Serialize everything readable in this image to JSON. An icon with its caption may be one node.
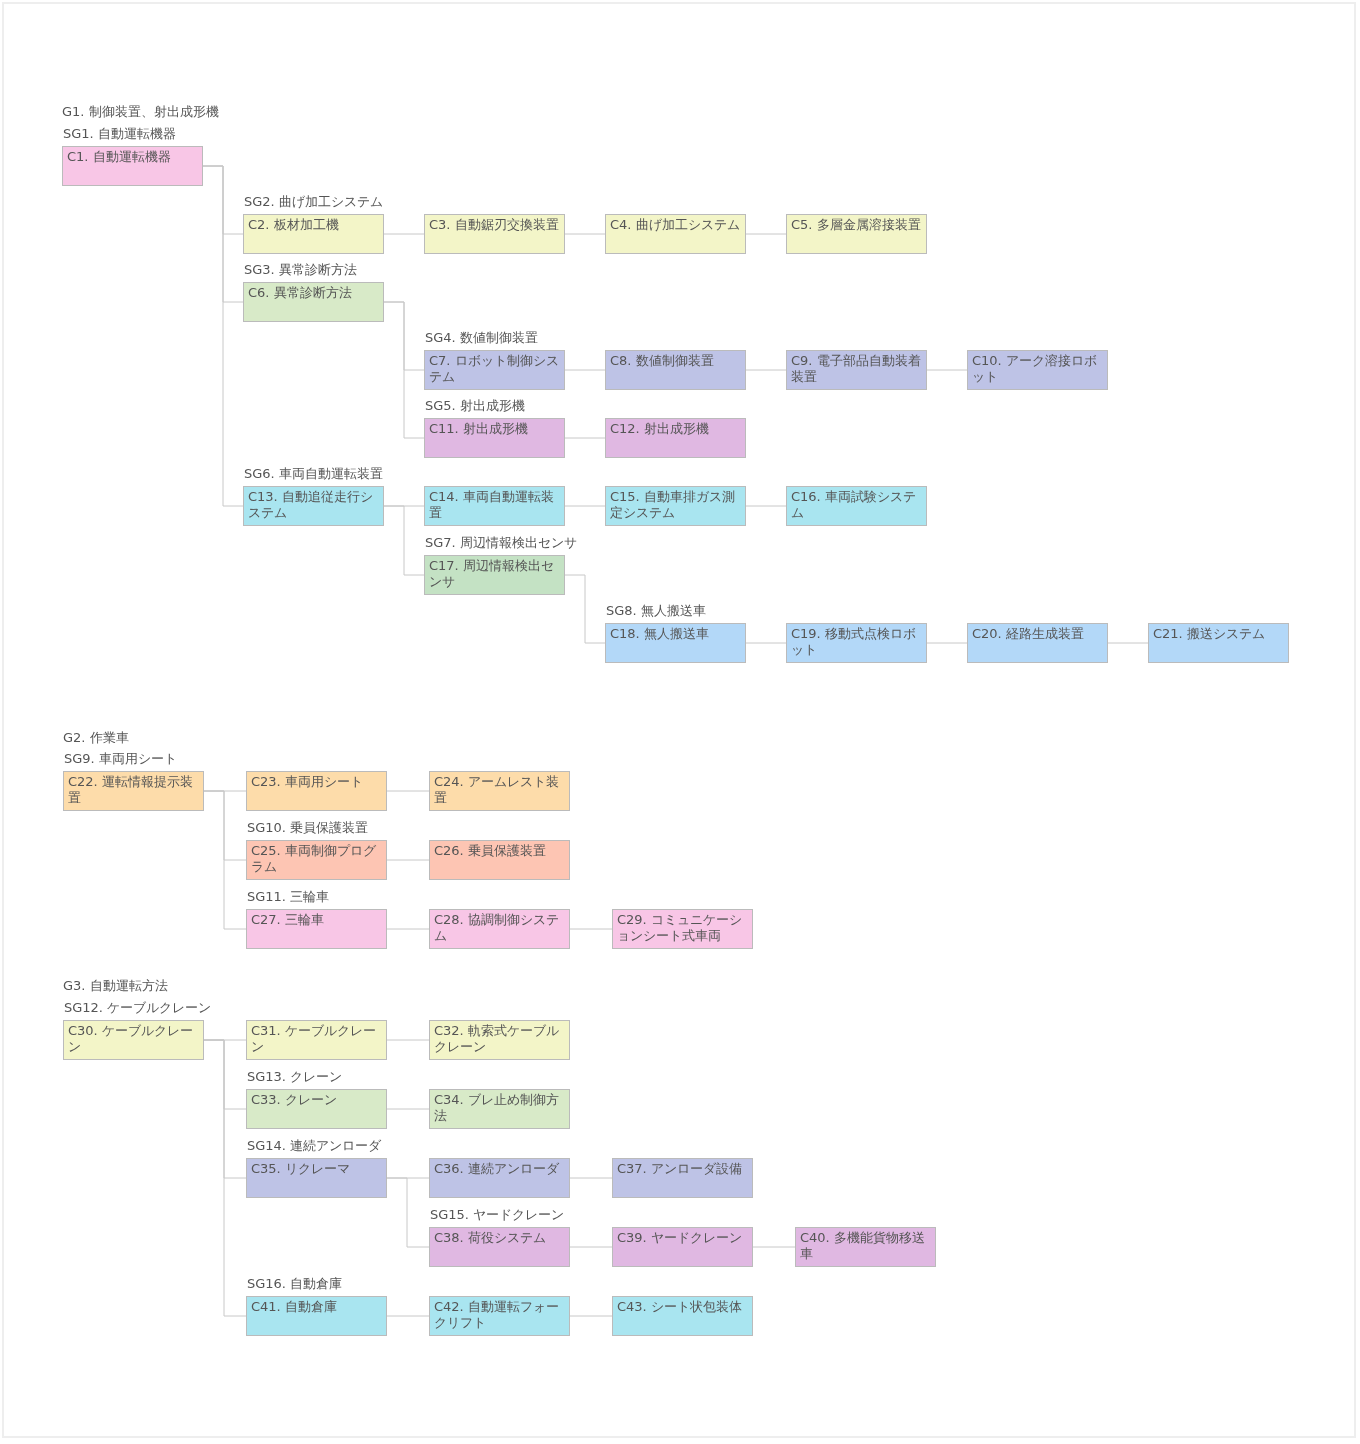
{
  "diagram": {
    "nodes": [
      {
        "text": [
          "SG1. 自動運転機器",
          "C1. 自動運転機器"
        ]
      },
      {
        "text": [
          "SG2. 曲げ加工システム",
          "C2. 板材加工機"
        ]
      },
      {
        "text": [
          "C3. 自動鋸刃交換装置"
        ]
      },
      {
        "text": [
          "C4. 曲げ加工システム"
        ]
      },
      {
        "text": [
          "C5. 多層金属溶接装置"
        ]
      },
      {
        "text": [
          "SG3. 異常診断方法",
          "C6. 異常診断方法"
        ]
      },
      {
        "text": [
          "SG4. 数値制御装置",
          "C7. ロボット制御システム"
        ]
      },
      {
        "text": [
          "C8. 数値制御装置"
        ]
      },
      {
        "text": [
          "C9. 電子部品自動装着装置"
        ]
      },
      {
        "text": [
          "C10. アーク溶接ロボット"
        ]
      },
      {
        "text": [
          "SG5. 射出成形機",
          "C11. 射出成形機"
        ]
      },
      {
        "text": [
          "C12. 射出成形機"
        ]
      },
      {
        "text": [
          "SG6. 車両自動運転装置",
          "C13. 自動追従走行システム"
        ]
      },
      {
        "text": [
          "C14. 車両自動運転装置"
        ]
      },
      {
        "text": [
          "C15. 自動車排ガス測定システム"
        ]
      },
      {
        "text": [
          "C16. 車両試験システム"
        ]
      },
      {
        "text": [
          "SG7. 周辺情報検出センサ",
          "C17. 周辺情報検出センサ"
        ]
      },
      {
        "text": [
          "SG8. 無人搬送車",
          "C18. 無人搬送車"
        ]
      },
      {
        "text": [
          "C19. 移動式点検ロボット"
        ]
      },
      {
        "text": [
          "C20. 経路生成装置"
        ]
      },
      {
        "text": [
          "C21. 搬送システム"
        ]
      },
      {
        "text": [
          "SG9. 車両用シート",
          "C22. 運転情報提示装置"
        ]
      },
      {
        "text": [
          "C23. 車両用シート"
        ]
      },
      {
        "text": [
          "C24. アームレスト装置"
        ]
      },
      {
        "text": [
          "SG10. 乗員保護装置",
          "C25. 車両制御プログラム"
        ]
      },
      {
        "text": [
          "C26. 乗員保護装置"
        ]
      },
      {
        "text": [
          "SG11. 三輪車",
          "C27. 三輪車"
        ]
      },
      {
        "text": [
          "C28. 協調制御システム"
        ]
      },
      {
        "text": [
          "C29. コミュニケーションシート式車両"
        ]
      },
      {
        "text": [
          "SG12. ケーブルクレーン",
          "C30. ケーブルクレーン"
        ]
      },
      {
        "text": [
          "C31. ケーブルクレーン"
        ]
      },
      {
        "text": [
          "C32. 軌索式ケーブルクレーン"
        ]
      },
      {
        "text": [
          "SG13. クレーン",
          "C33. クレーン"
        ]
      },
      {
        "text": [
          "C34. ブレ止め制御方法"
        ]
      },
      {
        "text": [
          "SG14. 連続アンローダ",
          "C35. リクレーマ"
        ]
      },
      {
        "text": [
          "C36. 連続アンローダ"
        ]
      },
      {
        "text": [
          "C37. アンローダ設備"
        ]
      },
      {
        "text": [
          "SG15. ヤードクレーン",
          "C38. 荷役システム"
        ]
      },
      {
        "text": [
          "C39. ヤードクレーン"
        ]
      },
      {
        "text": [
          "C40. 多機能貨物移送車"
        ]
      },
      {
        "text": [
          "SG16. 自動倉庫",
          "C41. 自動倉庫"
        ]
      },
      {
        "text": [
          "C42. 自動運転フォークリフト"
        ]
      },
      {
        "text": [
          "C43. シート状包装体"
        ]
      }
    ],
    "edges": [
      {
        "from": 0,
        "to": 1,
        "arrow": "none"
      },
      {
        "from": 0,
        "to": 5,
        "arrow": "none"
      },
      {
        "from": 0,
        "to": 12,
        "arrow": "none"
      },
      {
        "from": 1,
        "to": 2,
        "arrow": "none"
      },
      {
        "from": 2,
        "to": 3,
        "arrow": "none"
      },
      {
        "from": 3,
        "to": 4,
        "arrow": "none"
      },
      {
        "from": 5,
        "to": 6,
        "arrow": "none"
      },
      {
        "from": 5,
        "to": 10,
        "arrow": "none"
      },
      {
        "from": 6,
        "to": 7,
        "arrow": "none"
      },
      {
        "from": 7,
        "to": 8,
        "arrow": "none"
      },
      {
        "from": 8,
        "to": 9,
        "arrow": "none"
      },
      {
        "from": 10,
        "to": 11,
        "arrow": "none"
      },
      {
        "from": 12,
        "to": 13,
        "arrow": "none"
      },
      {
        "from": 12,
        "to": 16,
        "arrow": "none"
      },
      {
        "from": 13,
        "to": 14,
        "arrow": "none"
      },
      {
        "from": 14,
        "to": 15,
        "arrow": "none"
      },
      {
        "from": 16,
        "to": 17,
        "arrow": "none"
      },
      {
        "from": 17,
        "to": 18,
        "arrow": "none"
      },
      {
        "from": 18,
        "to": 19,
        "arrow": "none"
      },
      {
        "from": 19,
        "to": 20,
        "arrow": "none"
      },
      {
        "from": 21,
        "to": 22,
        "arrow": "none"
      },
      {
        "from": 21,
        "to": 24,
        "arrow": "none"
      },
      {
        "from": 21,
        "to": 26,
        "arrow": "none"
      },
      {
        "from": 22,
        "to": 23,
        "arrow": "none"
      },
      {
        "from": 24,
        "to": 25,
        "arrow": "none"
      },
      {
        "from": 26,
        "to": 27,
        "arrow": "none"
      },
      {
        "from": 27,
        "to": 28,
        "arrow": "none"
      },
      {
        "from": 29,
        "to": 30,
        "arrow": "none"
      },
      {
        "from": 29,
        "to": 32,
        "arrow": "none"
      },
      {
        "from": 29,
        "to": 34,
        "arrow": "none"
      },
      {
        "from": 29,
        "to": 40,
        "arrow": "none"
      },
      {
        "from": 30,
        "to": 31,
        "arrow": "none"
      },
      {
        "from": 32,
        "to": 33,
        "arrow": "none"
      },
      {
        "from": 34,
        "to": 35,
        "arrow": "none"
      },
      {
        "from": 34,
        "to": 37,
        "arrow": "none"
      },
      {
        "from": 35,
        "to": 36,
        "arrow": "none"
      },
      {
        "from": 37,
        "to": 38,
        "arrow": "none"
      },
      {
        "from": 38,
        "to": 39,
        "arrow": "none"
      },
      {
        "from": 40,
        "to": 41,
        "arrow": "none"
      },
      {
        "from": 41,
        "to": 42,
        "arrow": "none"
      }
    ],
    "labels": [
      "G1. 制御装置、射出成形機",
      "G2. 作業車",
      "G3. 自動運転方法"
    ]
  }
}
